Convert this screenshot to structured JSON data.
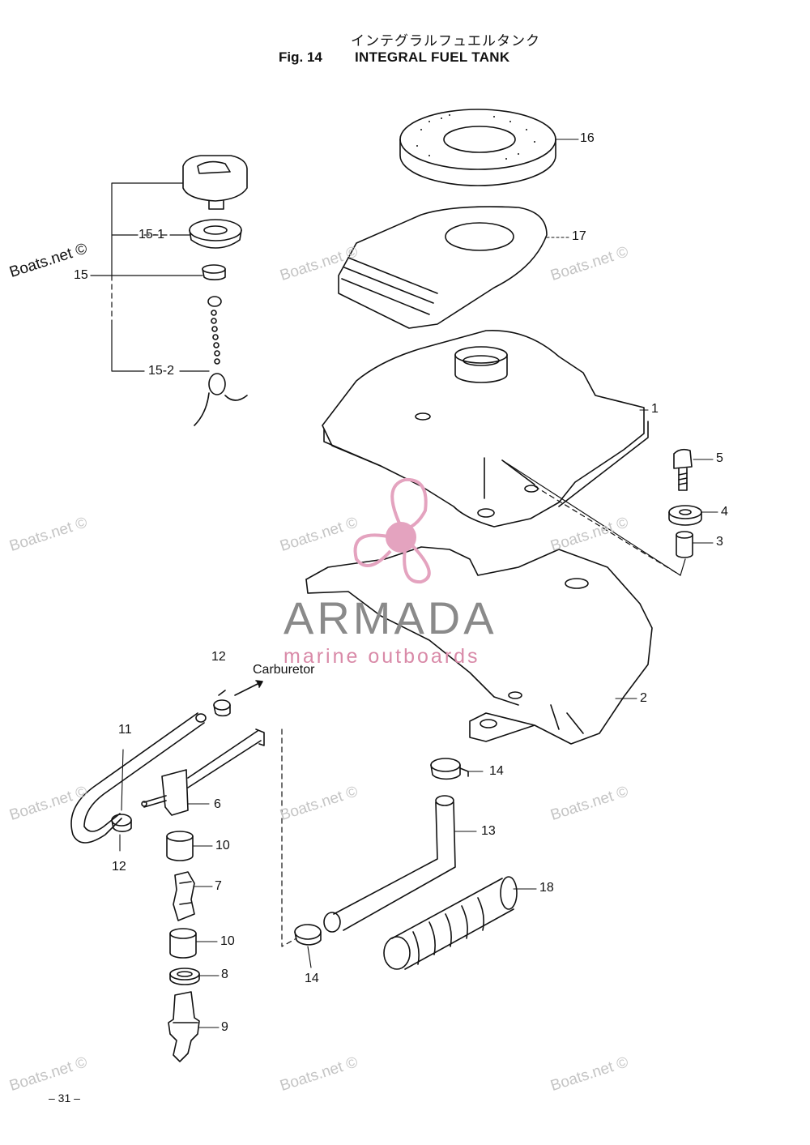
{
  "header": {
    "title_jp": "インテグラルフュエルタンク",
    "fig_label": "Fig. 14",
    "fig_title": "INTEGRAL FUEL TANK"
  },
  "callouts": [
    "16",
    "17",
    "1",
    "5",
    "4",
    "3",
    "15-1",
    "15",
    "15-2",
    "2",
    "12",
    "11",
    "6",
    "10",
    "7",
    "10",
    "8",
    "9",
    "12",
    "14",
    "13",
    "18",
    "14"
  ],
  "notes": {
    "carburetor": "Carburetor"
  },
  "footer": {
    "page": "– 31 –"
  },
  "watermark": {
    "text": "Boats.net ©"
  },
  "logo": {
    "brand": "ARMADA",
    "tagline": "marine outboards",
    "pink": "#e4a3bf",
    "grey": "#8a8a8a"
  },
  "colors": {
    "ink": "#111111",
    "watermark": "#c4c4c4"
  }
}
